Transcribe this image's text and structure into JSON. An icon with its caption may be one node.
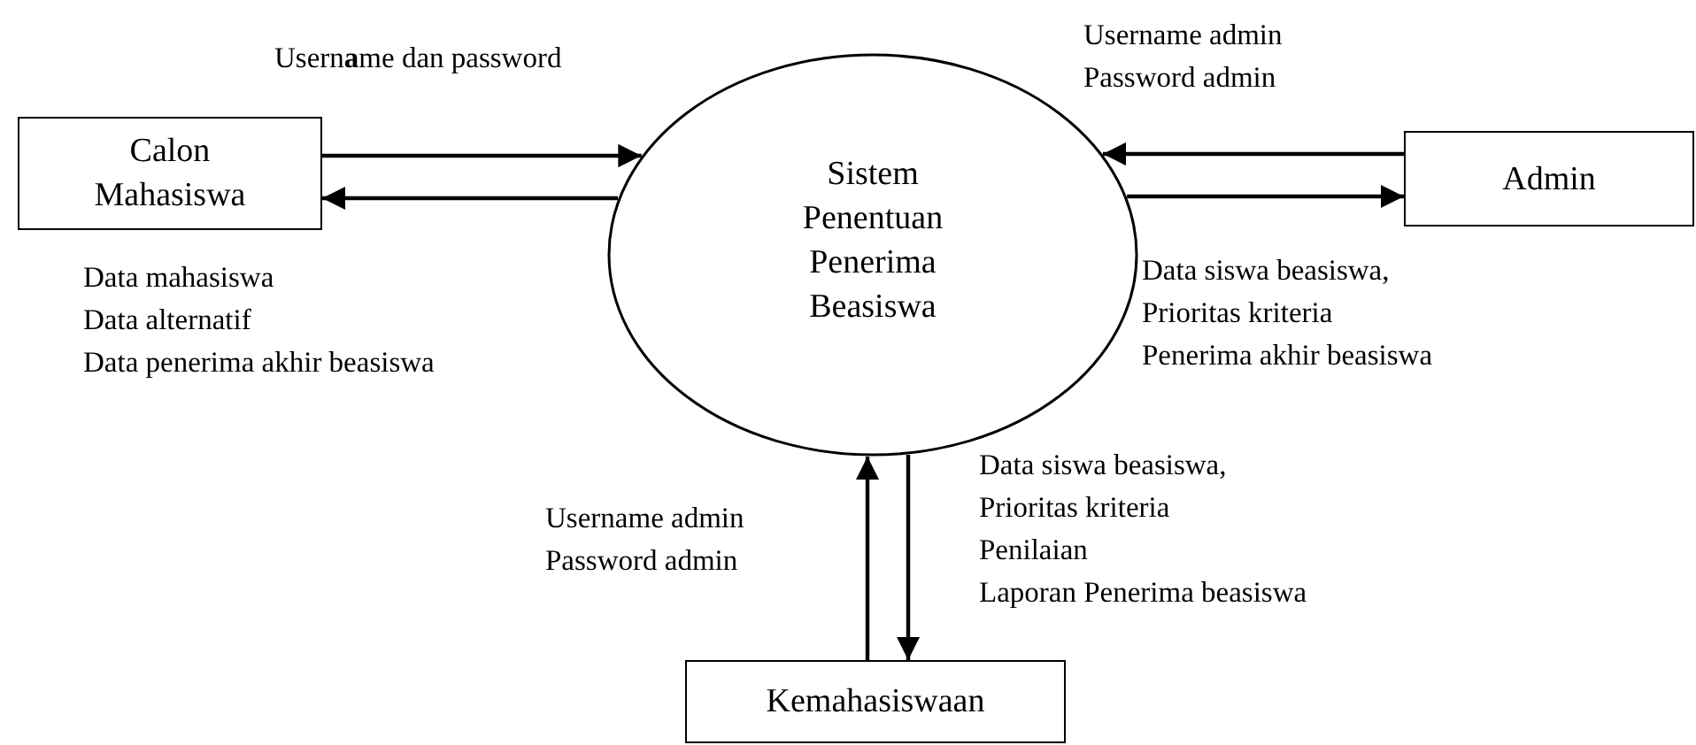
{
  "diagram": {
    "nodes": [
      {
        "text": [
          "Calon Mahasiswa"
        ]
      },
      {
        "text": [
          "Sistem Penentuan Penerima Beasiswa"
        ]
      },
      {
        "text": [
          "Admin"
        ]
      },
      {
        "text": [
          "Kemahasiswaan"
        ]
      }
    ],
    "edges": [
      {
        "from": 0,
        "to": 1,
        "arrow": "to"
      },
      {
        "from": 1,
        "to": 0,
        "arrow": "to"
      },
      {
        "from": 2,
        "to": 1,
        "arrow": "to"
      },
      {
        "from": 1,
        "to": 2,
        "arrow": "to"
      },
      {
        "from": 3,
        "to": 1,
        "arrow": "to"
      },
      {
        "from": 1,
        "to": 3,
        "arrow": "to"
      }
    ],
    "labels": [
      "Usern**a**me dan password",
      "Username admin",
      "Password admin",
      "Data mahasiswa",
      "Data alternatif",
      "Data penerima akhir beasiswa",
      "Data siswa beasiswa,",
      "Prioritas kriteria",
      "Penerima akhir beasiswa",
      "Username admin",
      "Password admin",
      "Data siswa beasiswa,",
      "Prioritas kriteria",
      "Penilaian",
      "Laporan Penerima beasiswa"
    ]
  }
}
